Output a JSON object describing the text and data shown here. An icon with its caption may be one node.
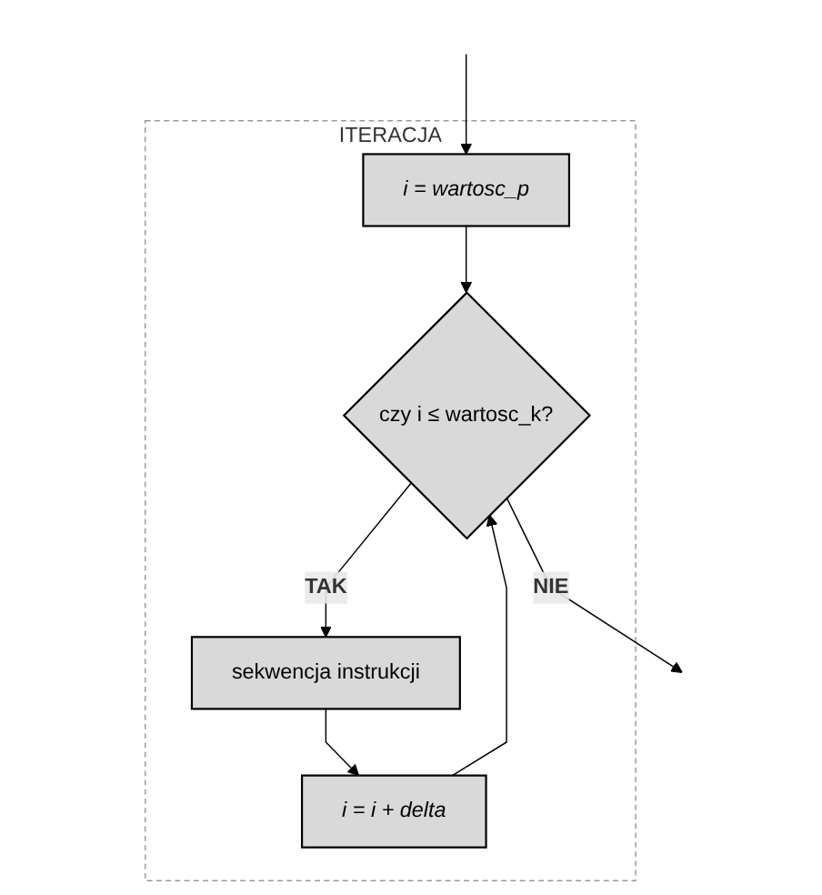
{
  "diagram": {
    "nodes": [
      {
        "text": [
          "ITERACJA"
        ]
      },
      {
        "text": [
          "i = wartosc_p"
        ],
        "in": 0
      },
      {
        "text": [
          "czy i ≤ wartosc_k?"
        ],
        "in": 0
      },
      {
        "text": [
          "sekwencja instrukcji"
        ],
        "in": 0
      },
      {
        "text": [
          "i = i + delta"
        ],
        "in": 0
      }
    ],
    "edges": [
      {
        "from": null,
        "to": 1,
        "arrow": "to"
      },
      {
        "from": 1,
        "to": 2,
        "arrow": "to"
      },
      {
        "from": 2,
        "to": 3,
        "arrow": "to",
        "label": "TAK"
      },
      {
        "from": 3,
        "to": 4,
        "arrow": "to"
      },
      {
        "from": 4,
        "to": 2,
        "arrow": "to"
      },
      {
        "from": 2,
        "to": null,
        "arrow": "to",
        "label": "NIE"
      }
    ]
  }
}
